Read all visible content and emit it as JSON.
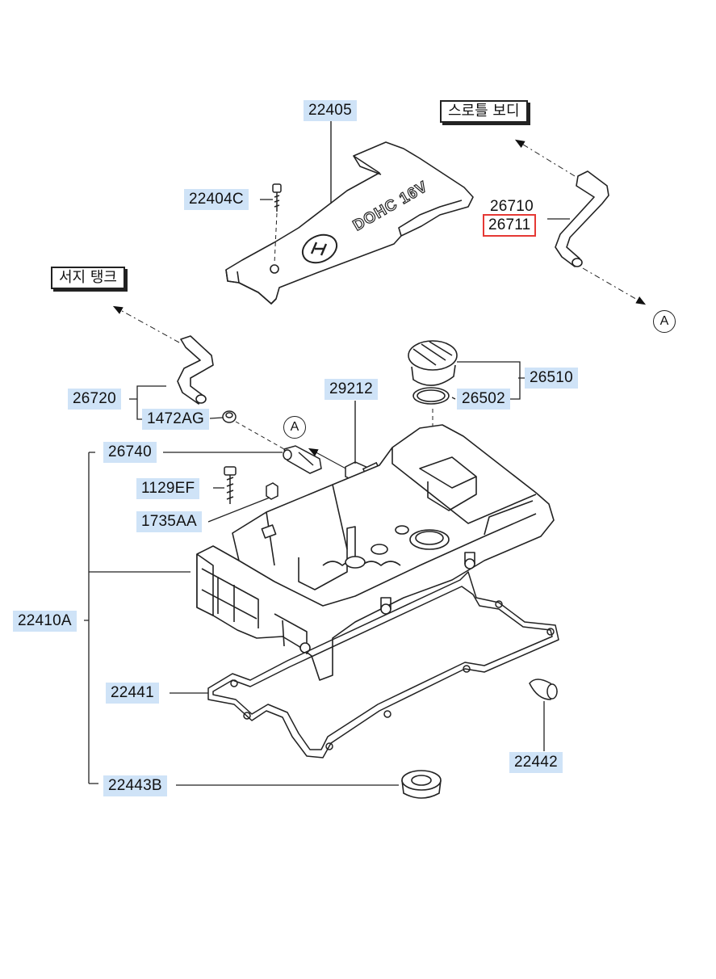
{
  "diagram": {
    "notes": {
      "throttle_body": "스로틀 보디",
      "surge_tank": "서지 탱크"
    },
    "callouts": {
      "a_right": "A",
      "a_mid": "A"
    },
    "parts": {
      "p22405": "22405",
      "p22404C": "22404C",
      "p26710": "26710",
      "p26711": "26711",
      "p26720": "26720",
      "p1472AG": "1472AG",
      "p29212": "29212",
      "p26510": "26510",
      "p26502": "26502",
      "p26740": "26740",
      "p1129EF": "1129EF",
      "p1735AA": "1735AA",
      "p22410A": "22410A",
      "p22441": "22441",
      "p22442": "22442",
      "p22443B": "22443B"
    },
    "cover_text": "DOHC 16V",
    "selected_part": "26711",
    "colors": {
      "label_highlight": "#cfe3f7",
      "selection_border": "#e53935",
      "line": "#222222"
    }
  }
}
